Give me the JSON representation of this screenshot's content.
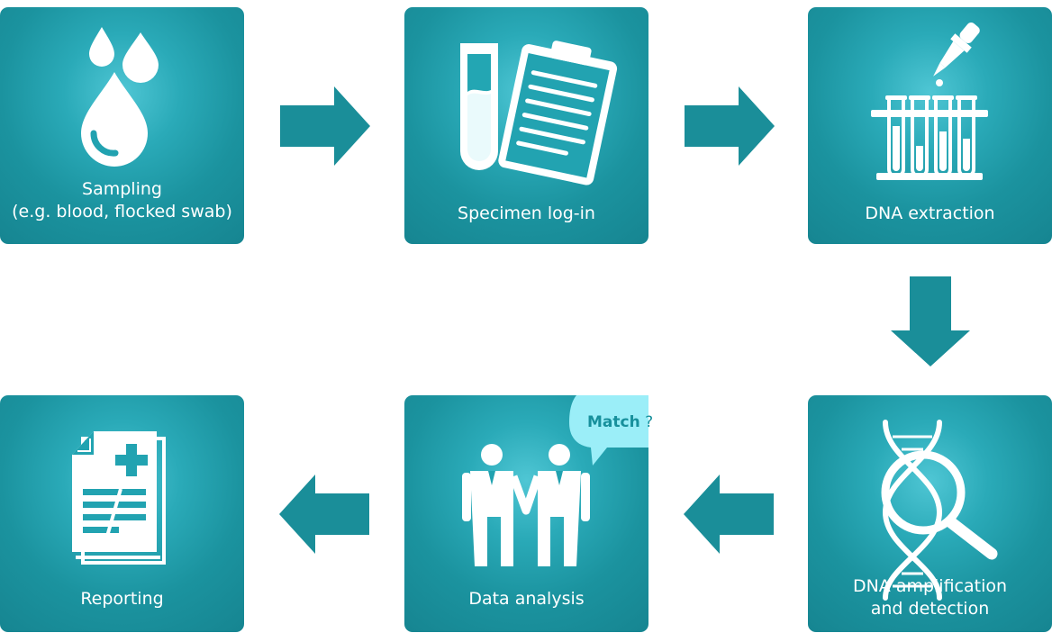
{
  "steps": [
    {
      "label_line1": "Sampling",
      "label_line2": "(e.g. blood, flocked swab)",
      "icon": "blood-drops-icon"
    },
    {
      "label_line1": "Specimen log-in",
      "icon": "test-tube-clipboard-icon"
    },
    {
      "label_line1": "DNA extraction",
      "icon": "pipette-test-tubes-icon"
    },
    {
      "label_line1": "DNA amplification",
      "label_line2": "and detection",
      "icon": "dna-magnifier-icon"
    },
    {
      "label_line1": "Data analysis",
      "icon": "two-people-icon"
    },
    {
      "label_line1": "Reporting",
      "icon": "medical-report-icon"
    }
  ],
  "bubble": {
    "match": "Match",
    "question": "?"
  },
  "colors": {
    "tile": "#1b939f",
    "tile_glow": "#4fc6d4",
    "arrow": "#1a8e99",
    "bubble": "#9beef8",
    "icon": "#ffffff"
  }
}
